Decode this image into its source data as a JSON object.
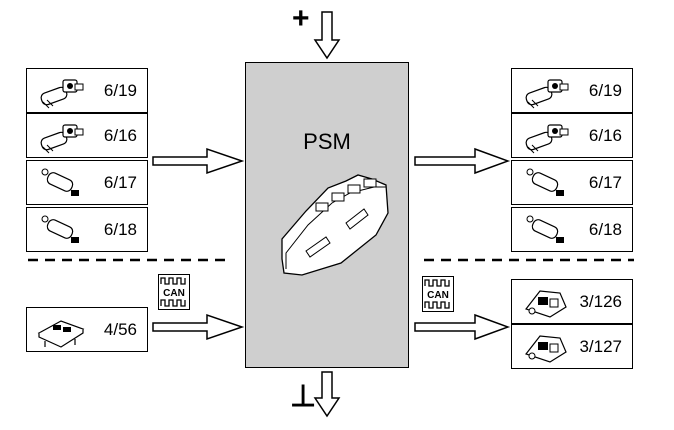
{
  "diagram": {
    "module": {
      "name": "PSM"
    },
    "power_symbol": "+",
    "ground_symbol": "⊥",
    "can_label": "CAN",
    "left_inputs": [
      {
        "label": "6/19",
        "icon": "motor-with-gearbox-icon"
      },
      {
        "label": "6/16",
        "icon": "motor-with-gearbox-icon"
      },
      {
        "label": "6/17",
        "icon": "small-motor-icon"
      },
      {
        "label": "6/18",
        "icon": "small-motor-icon"
      }
    ],
    "left_can_inputs": [
      {
        "label": "4/56",
        "icon": "control-unit-icon"
      }
    ],
    "right_outputs": [
      {
        "label": "6/19",
        "icon": "motor-with-gearbox-icon"
      },
      {
        "label": "6/16",
        "icon": "motor-with-gearbox-icon"
      },
      {
        "label": "6/17",
        "icon": "small-motor-icon"
      },
      {
        "label": "6/18",
        "icon": "small-motor-icon"
      }
    ],
    "right_can_outputs": [
      {
        "label": "3/126",
        "icon": "seat-switch-icon"
      },
      {
        "label": "3/127",
        "icon": "seat-switch-icon"
      }
    ]
  }
}
